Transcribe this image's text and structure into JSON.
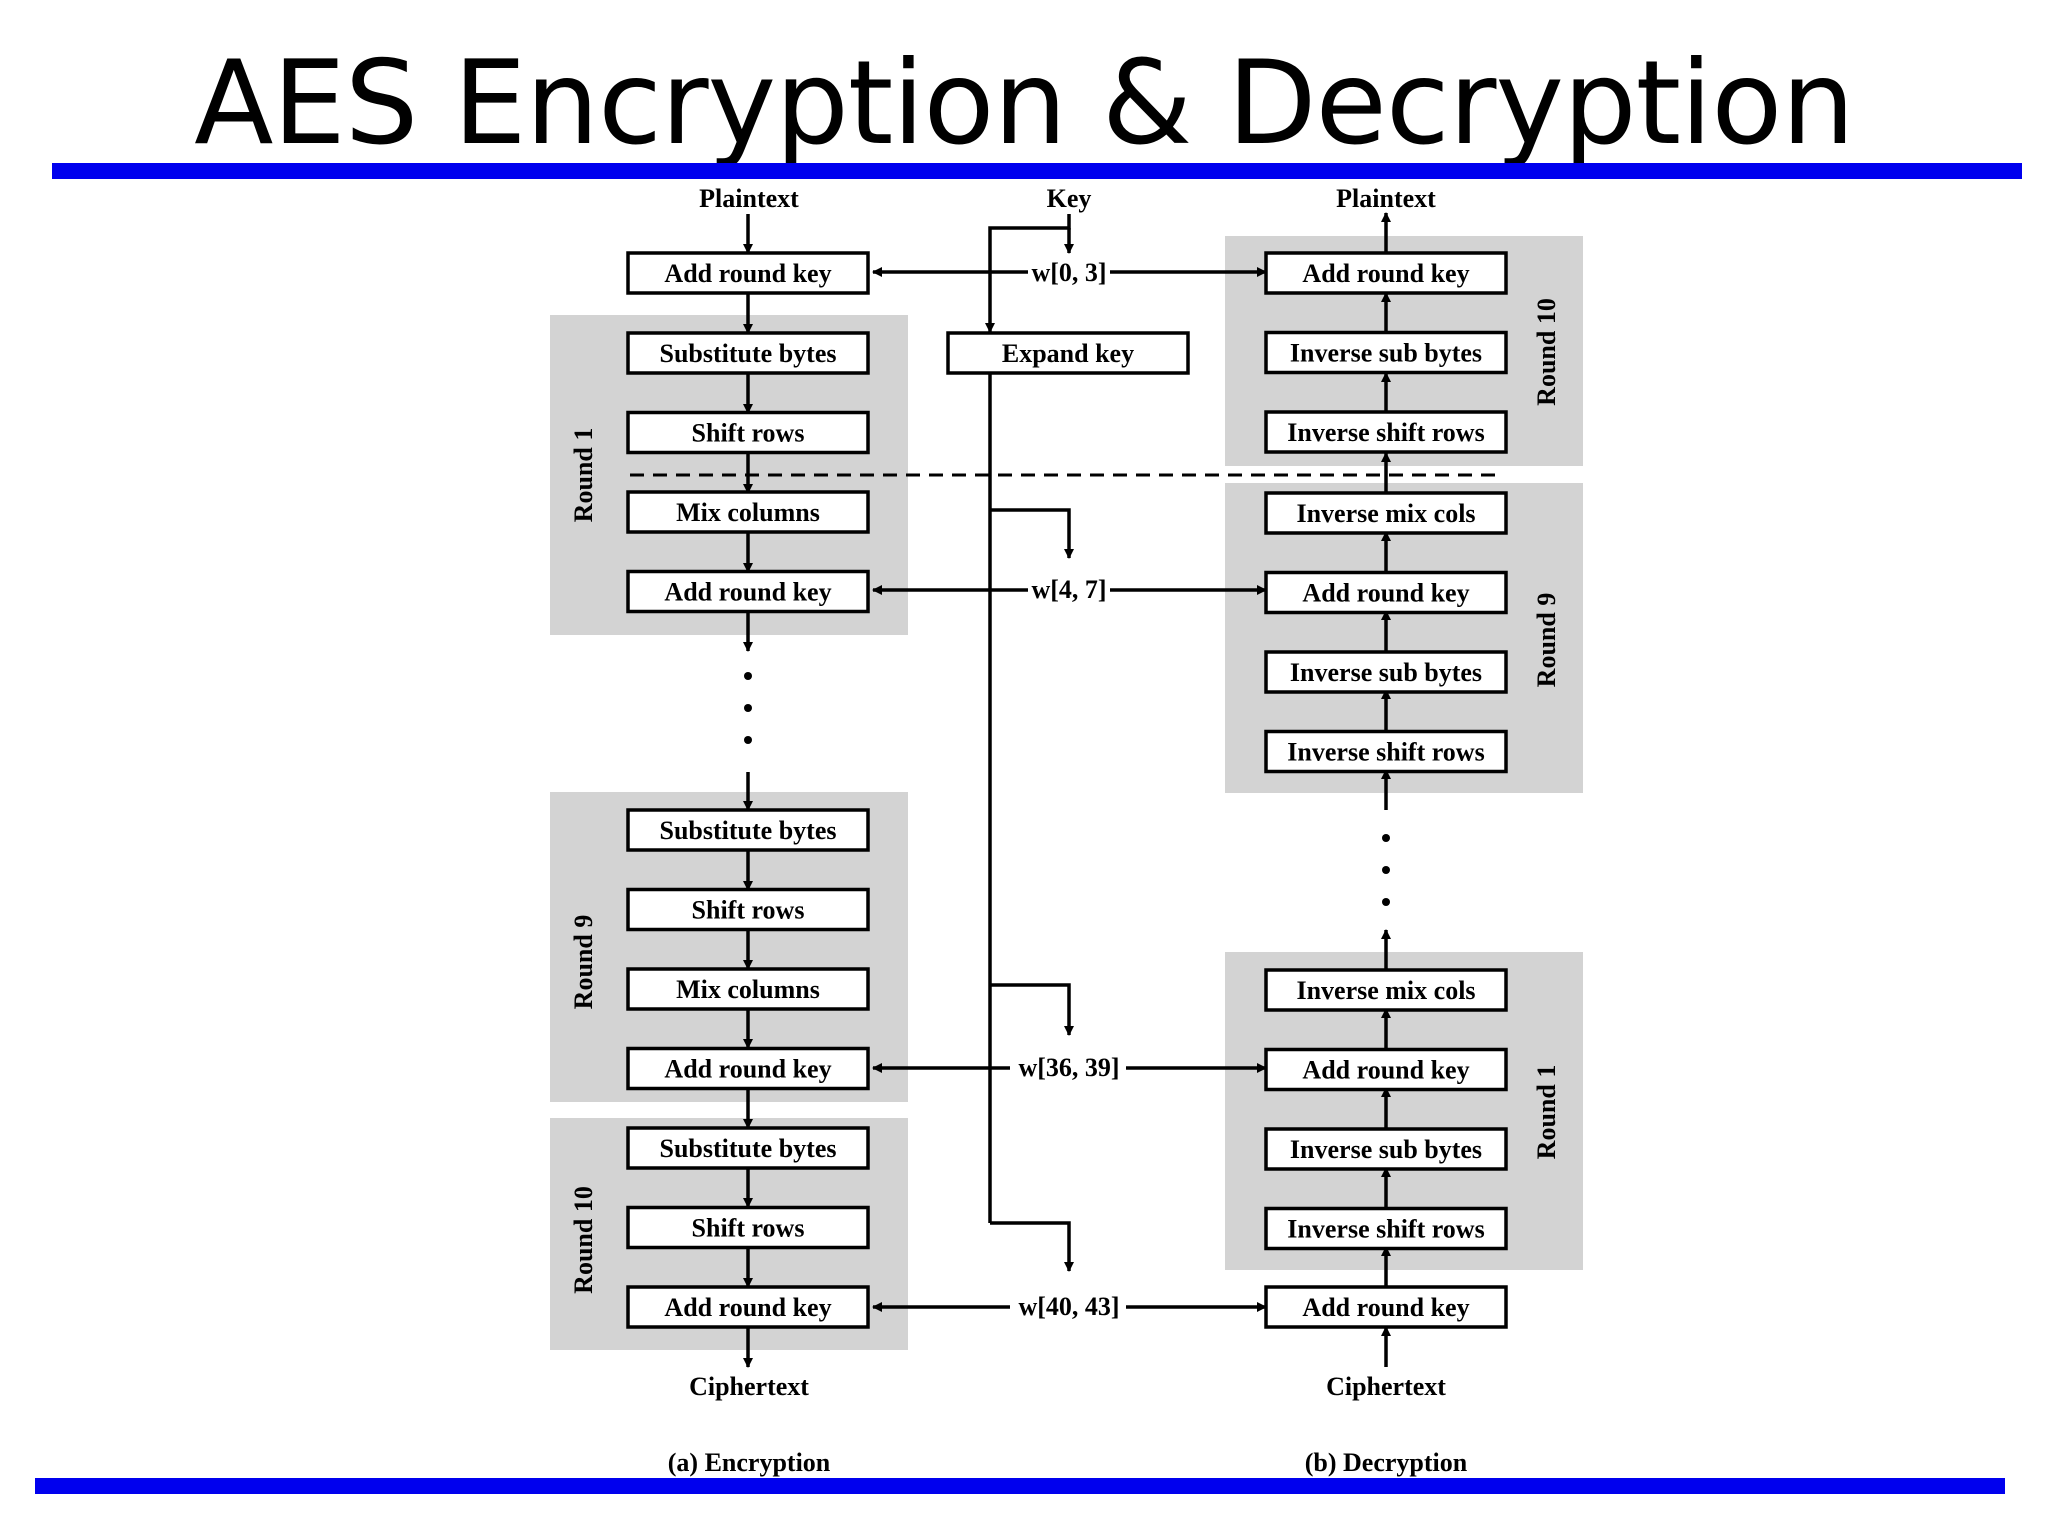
{
  "title": "AES Encryption & Decryption",
  "colors": {
    "bar": "#0000ee",
    "round_panel": "#d3d3d3"
  },
  "labels": {
    "enc_plaintext": "Plaintext",
    "key": "Key",
    "dec_plaintext": "Plaintext",
    "enc_ciphertext": "Ciphertext",
    "dec_ciphertext": "Ciphertext",
    "expand_key": "Expand key",
    "w03": "w[0, 3]",
    "w47": "w[4, 7]",
    "w3639": "w[36, 39]",
    "w4043": "w[40, 43]",
    "caption_enc": "(a) Encryption",
    "caption_dec": "(b) Decryption"
  },
  "encryption": {
    "initial": "Add round key",
    "rounds": [
      {
        "name": "Round 1",
        "steps": [
          "Substitute bytes",
          "Shift rows",
          "Mix columns",
          "Add round key"
        ]
      },
      {
        "name": "Round 9",
        "steps": [
          "Substitute bytes",
          "Shift rows",
          "Mix columns",
          "Add round key"
        ]
      },
      {
        "name": "Round 10",
        "steps": [
          "Substitute bytes",
          "Shift rows",
          "Add round key"
        ]
      }
    ]
  },
  "decryption": {
    "initial": "Add round key",
    "rounds": [
      {
        "name": "Round 10",
        "steps": [
          "Add round key",
          "Inverse sub bytes",
          "Inverse shift rows"
        ]
      },
      {
        "name": "Round 9",
        "steps": [
          "Inverse mix cols",
          "Add round key",
          "Inverse sub bytes",
          "Inverse shift rows"
        ]
      },
      {
        "name": "Round 1",
        "steps": [
          "Inverse mix cols",
          "Add round key",
          "Inverse sub bytes",
          "Inverse shift rows"
        ]
      }
    ]
  }
}
